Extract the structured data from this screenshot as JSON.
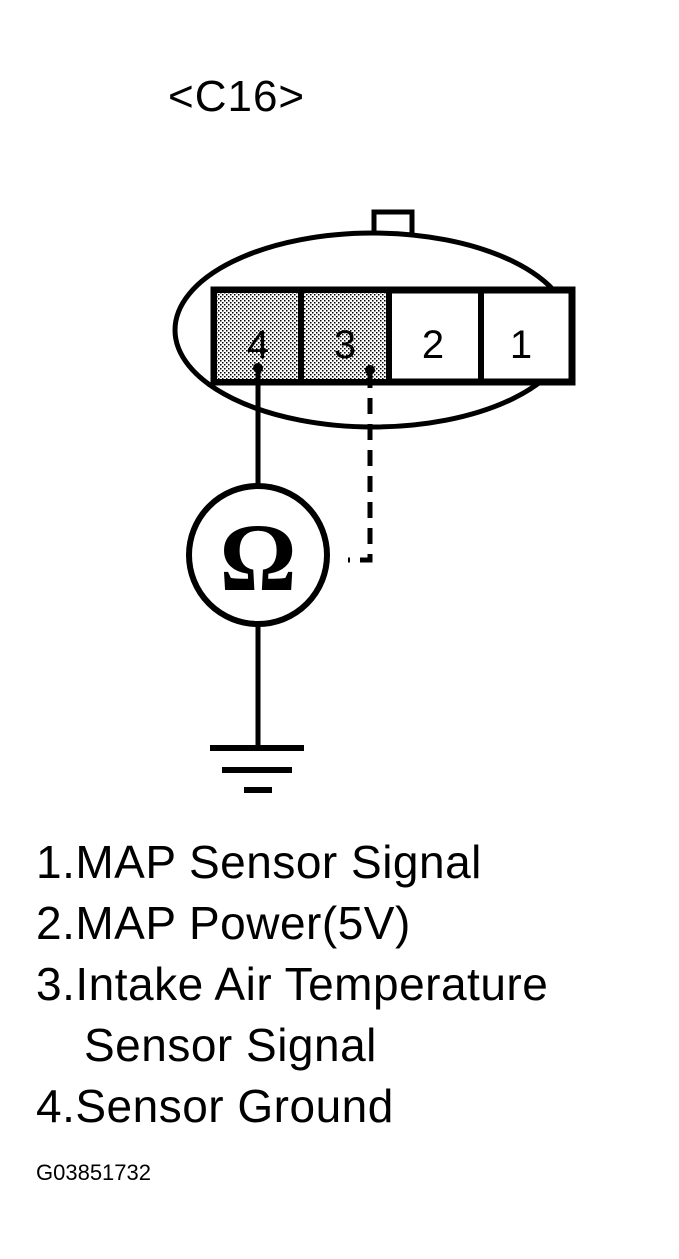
{
  "connector": {
    "label": "<C16>"
  },
  "pins": [
    {
      "number": "4",
      "shaded": true
    },
    {
      "number": "3",
      "shaded": true
    },
    {
      "number": "2",
      "shaded": false
    },
    {
      "number": "1",
      "shaded": false
    }
  ],
  "meter": {
    "symbol": "Ω"
  },
  "legend": {
    "items": [
      "1.MAP Sensor Signal",
      "2.MAP Power(5V)",
      "3.Intake Air Temperature",
      "Sensor Signal",
      "4.Sensor Ground"
    ]
  },
  "figure_id": "G03851732"
}
